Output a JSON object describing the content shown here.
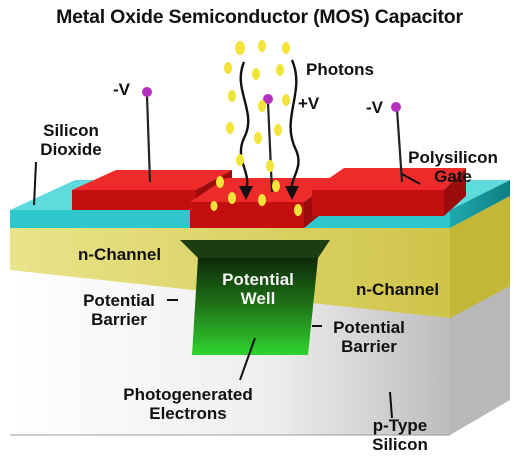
{
  "title": "Metal Oxide Semiconductor (MOS) Capacitor",
  "labels": {
    "photons": "Photons",
    "gate_left_voltage": "-V",
    "gate_center_voltage": "+V",
    "gate_right_voltage": "-V",
    "silicon_dioxide_line1": "Silicon",
    "silicon_dioxide_line2": "Dioxide",
    "polysilicon_gate_line1": "Polysilicon",
    "polysilicon_gate_line2": "Gate",
    "n_channel_left": "n-Channel",
    "n_channel_right": "n-Channel",
    "potential_well_line1": "Potential",
    "potential_well_line2": "Well",
    "potential_barrier_left_line1": "Potential",
    "potential_barrier_left_line2": "Barrier",
    "potential_barrier_right_line1": "Potential",
    "potential_barrier_right_line2": "Barrier",
    "photogenerated_line1": "Photogenerated",
    "photogenerated_line2": "Electrons",
    "p_type_line1": "p-Type",
    "p_type_line2": "Silicon"
  },
  "colors": {
    "gate_red": "#e11515",
    "oxide_cyan": "#29c4c8",
    "n_channel_yellow": "#e6e07c",
    "substrate_gray": "#e4e4e4",
    "well_green": "#22b322",
    "photon_yellow": "#f3e33a",
    "contact_purple": "#b62fc0"
  }
}
